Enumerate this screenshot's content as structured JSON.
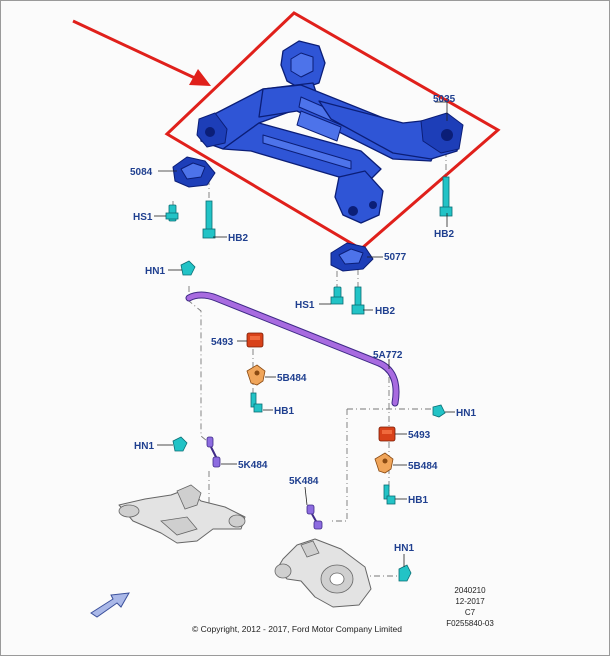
{
  "labels": {
    "subframe": "5035",
    "mount_left": "5084",
    "mount_right": "5077",
    "bolt_hs1_left": "HS1",
    "bolt_hb2_left": "HB2",
    "bolt_hb2_right_top": "HB2",
    "bolt_hs1_right": "HS1",
    "bolt_hb2_right": "HB2",
    "nut_hn1_top": "HN1",
    "bushing_left": "5493",
    "stabilizer_bar": "5A772",
    "bracket_left": "5B484",
    "bolt_hb1_left": "HB1",
    "nut_hn1_right": "HN1",
    "bushing_right": "5493",
    "bracket_right": "5B484",
    "bolt_hb1_right": "HB1",
    "nut_hn1_left": "HN1",
    "link_left": "5K484",
    "link_right": "5K484",
    "nut_hn1_bottom": "HN1"
  },
  "drawing_info": {
    "number": "2040210",
    "date": "12-2017",
    "revision": "C7",
    "code": "F0255840-03"
  },
  "copyright": "© Copyright, 2012 - 2017, Ford Motor Company Limited",
  "icons": {
    "pointer": "red-arrow-icon",
    "orientation": "direction-arrow-icon"
  },
  "colors": {
    "highlight": "#e0201b",
    "subframe": "#2f55d6",
    "label": "#1f3f8f",
    "stabilizer_bar": "#a86be0",
    "bolt": "#22c3c6",
    "bracket": "#f0a55a",
    "bushing": "#d8421a"
  }
}
